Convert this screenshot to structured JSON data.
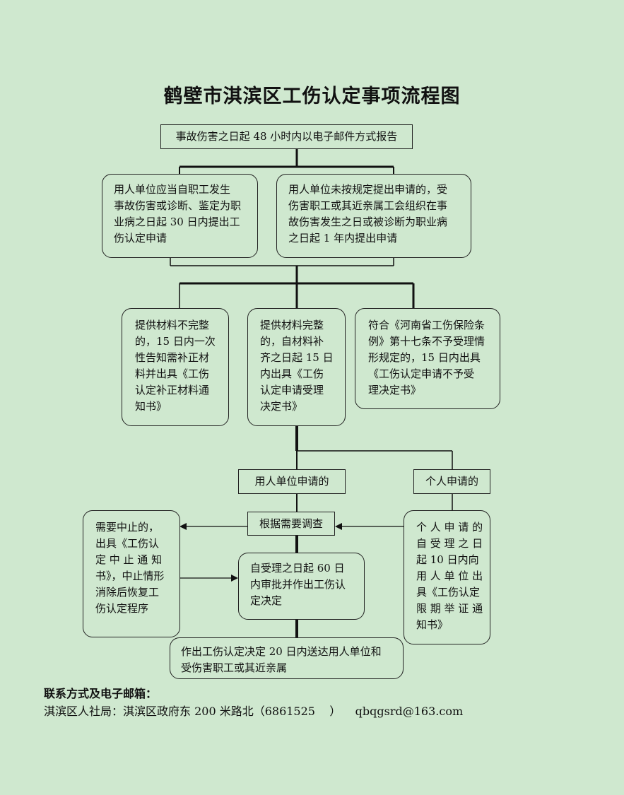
{
  "title": "鹤壁市淇滨区工伤认定事项流程图",
  "nodes": {
    "report": "事故伤害之日起 48 小时内以电子邮件方式报告",
    "employer_apply": "用人单位应当自职工发生\n事故伤害或诊断、鉴定为职\n业病之日起 30 日内提出工\n伤认定申请",
    "worker_apply": "用人单位未按规定提出申请的，受\n伤害职工或其近亲属工会组织在事\n故伤害发生之日或被诊断为职业病\n之日起 1 年内提出申请",
    "incomplete": "提供材料不完整\n的，15 日内一次\n性告知需补正材\n料并出具《工伤\n认定补正材料通\n知书》",
    "complete": "提供材料完整\n的，自材料补\n齐之日起 15 日\n内出具《工伤\n认定申请受理\n决定书》",
    "reject": "符合《河南省工伤保险条\n例》第十七条不予受理情\n形规定的，15 日内出具\n《工伤认定申请不予受\n理决定书》",
    "by_employer": "用人单位申请的",
    "by_individual": "个人申请的",
    "investigate": "根据需要调查",
    "suspend": "需要中止的，\n出具《工伤认\n定 中 止 通 知\n书》，中止情形\n消除后恢复工\n伤认定程序",
    "decision": "自受理之日起 60 日\n内审批并作出工伤认\n定决定",
    "individual_notice": "个 人 申 请 的\n自 受 理 之 日\n起 10 日内向\n用 人 单 位 出\n具《工伤认定\n限 期 举 证 通\n知书》",
    "deliver": "作出工伤认定决定 20 日内送达用人单位和\n受伤害职工或其近亲属"
  },
  "contact": {
    "heading": "联系方式及电子邮箱：",
    "line": "淇滨区人社局：淇滨区政府东 200 米路北（6861525    ）    qbqgsrd@163.com"
  }
}
